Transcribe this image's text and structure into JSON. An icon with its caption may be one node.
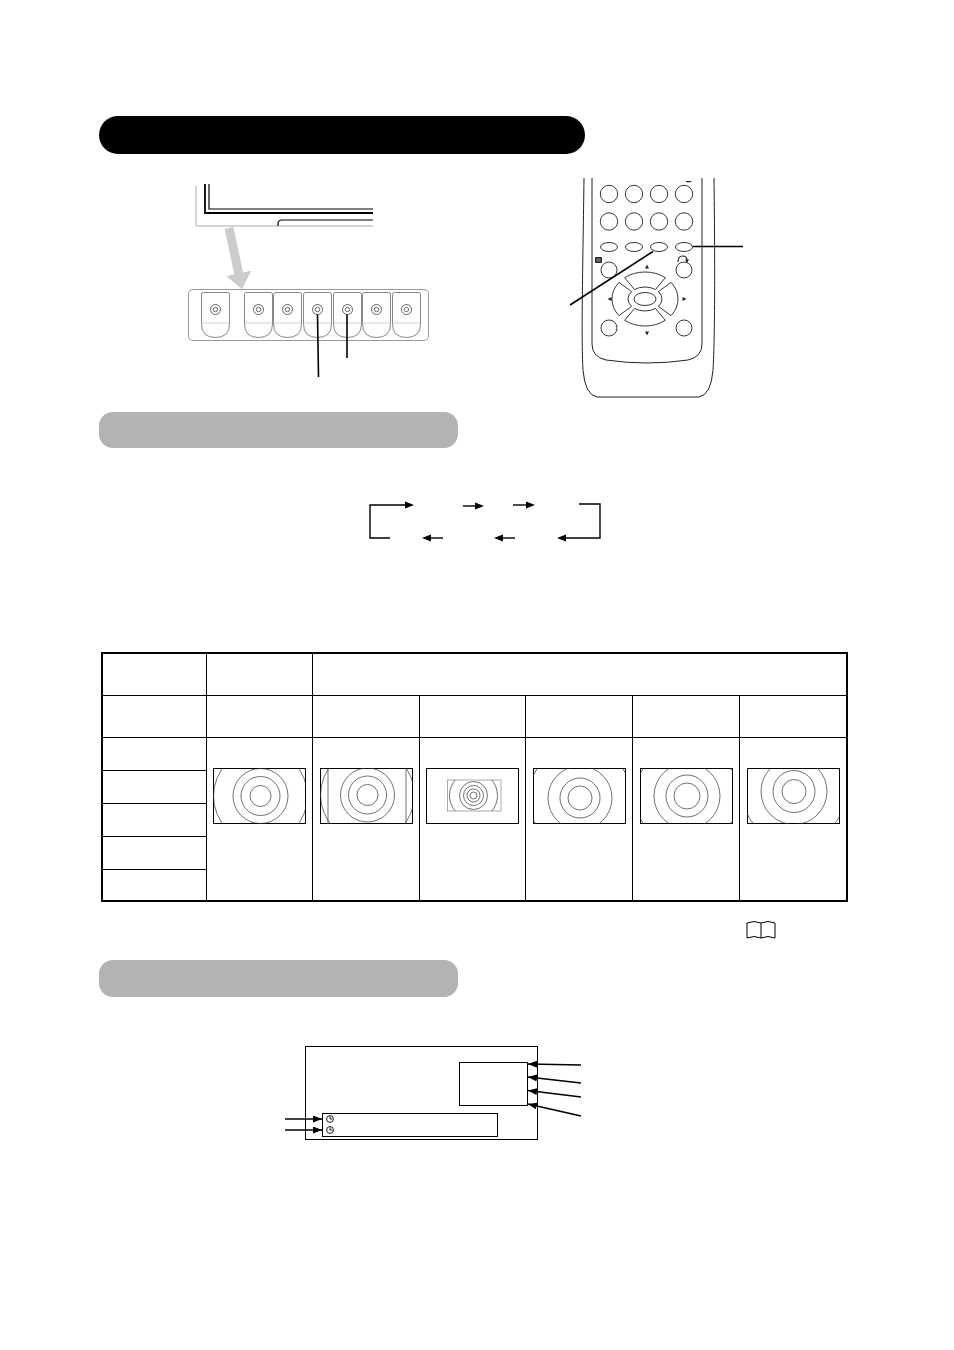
{
  "diagram": {
    "nodes": [
      {
        "text": [],
        "shape": "bar"
      },
      {
        "text": [],
        "shape": "picture"
      },
      {
        "text": [],
        "shape": "box"
      },
      {
        "text": [],
        "shape": "circle",
        "in": 2
      },
      {
        "text": [],
        "shape": "circle",
        "in": 2
      },
      {
        "text": [],
        "shape": "circle",
        "in": 2
      },
      {
        "text": [],
        "shape": "circle",
        "in": 2
      },
      {
        "text": [],
        "shape": "circle",
        "in": 2
      },
      {
        "text": [],
        "shape": "circle",
        "in": 2
      },
      {
        "text": [],
        "shape": "circle",
        "in": 2
      },
      {
        "text": [],
        "shape": "picture"
      },
      {
        "text": [],
        "shape": "oval",
        "in": 10
      },
      {
        "text": [],
        "shape": "oval",
        "in": 10
      },
      {
        "text": [],
        "shape": "oval",
        "in": 10
      },
      {
        "text": [],
        "shape": "oval",
        "in": 10
      },
      {
        "text": [],
        "shape": "bar"
      },
      {
        "text": [],
        "shape": "bar"
      },
      {
        "text": [],
        "shape": "box"
      },
      {
        "text": [],
        "shape": "box",
        "in": 17
      },
      {
        "text": [],
        "shape": "box",
        "in": 17
      }
    ],
    "edges": [
      {
        "from": 1,
        "to": 2,
        "arrow": "to",
        "style": "thick",
        "color": "#cccccc"
      },
      {
        "from": null,
        "to": 6,
        "arrow": "none"
      },
      {
        "from": null,
        "to": 7,
        "arrow": "none"
      },
      {
        "from": null,
        "to": 13,
        "arrow": "none"
      },
      {
        "from": null,
        "to": 14,
        "arrow": "none"
      },
      {
        "from": null,
        "to": 18,
        "arrow": "to"
      },
      {
        "from": null,
        "to": 18,
        "arrow": "to"
      },
      {
        "from": null,
        "to": 18,
        "arrow": "to"
      },
      {
        "from": null,
        "to": 18,
        "arrow": "to"
      },
      {
        "from": null,
        "to": 19,
        "arrow": "to"
      },
      {
        "from": null,
        "to": 19,
        "arrow": "to"
      }
    ]
  }
}
